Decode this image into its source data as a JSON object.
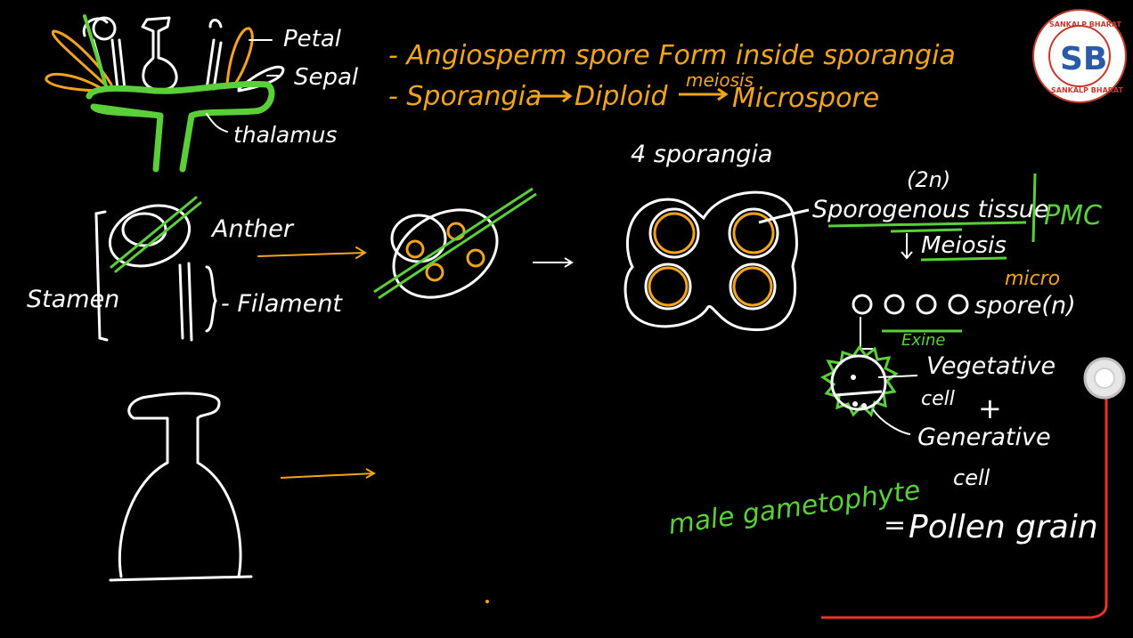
{
  "flower": {
    "petal": "Petal",
    "sepal": "Sepal",
    "thalamus": "thalamus"
  },
  "notes": {
    "line1": "- Angiosperm spore Form inside sporangia",
    "meiosis_over_arrow": "meiosis",
    "line2_a": "- Sporangia",
    "line2_b": "Diploid",
    "line2_c": "Microspore"
  },
  "stamen": {
    "anther": "Anther",
    "filament": "- Filament",
    "stamen": "Stamen"
  },
  "sporangia": {
    "title": "4 sporangia",
    "ploidy": "(2n)",
    "sporogenous": "Sporogenous tissue",
    "pmc": "PMC",
    "meiosis": "Meiosis",
    "micro": "micro",
    "spore": "spore(n)",
    "exine": "Exine",
    "vegetative": "Vegetative",
    "vegetative_cell": "cell",
    "plus": "+",
    "generative": "Generative",
    "generative_cell": "cell",
    "male_gametophyte": "male gametophyte",
    "equals": "=",
    "pollen_grain": "Pollen grain"
  },
  "logo": {
    "top_text": "SANKALP BHARAT",
    "bottom_text": "SANKALP BHARAT",
    "letters": "SB"
  },
  "colors": {
    "background": "#000000",
    "chalk_white": "#ffffff",
    "chalk_orange": "#f2a51c",
    "chalk_green": "#5bcf3a",
    "laser_red": "#e8332a"
  }
}
